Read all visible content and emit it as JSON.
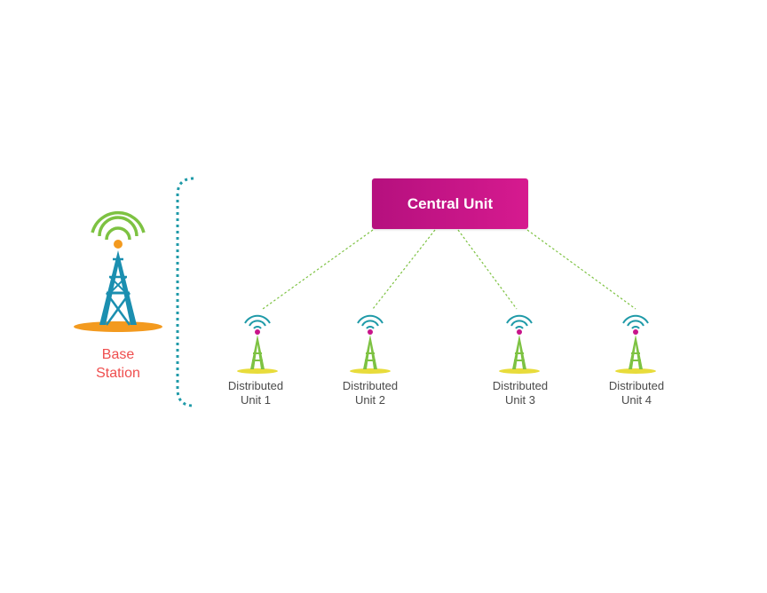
{
  "central_unit": {
    "label": "Central Unit",
    "color": "#c8148a"
  },
  "base_station": {
    "line1": "Base",
    "line2": "Station",
    "label_color": "#ef4e4e"
  },
  "distributed_units": [
    {
      "line1": "Distributed",
      "line2": "Unit 1"
    },
    {
      "line1": "Distributed",
      "line2": "Unit 2"
    },
    {
      "line1": "Distributed",
      "line2": "Unit 3"
    },
    {
      "line1": "Distributed",
      "line2": "Unit 4"
    }
  ],
  "colors": {
    "link_line": "#7dc242",
    "bracket": "#1f9aa8",
    "tower_blue": "#1b8fb0",
    "tower_green": "#7dc242",
    "signal_orange": "#f39a1f",
    "du_node": "#c8148a"
  },
  "icons": {
    "base_station": "radio-tower-icon",
    "distributed_unit": "antenna-icon"
  }
}
